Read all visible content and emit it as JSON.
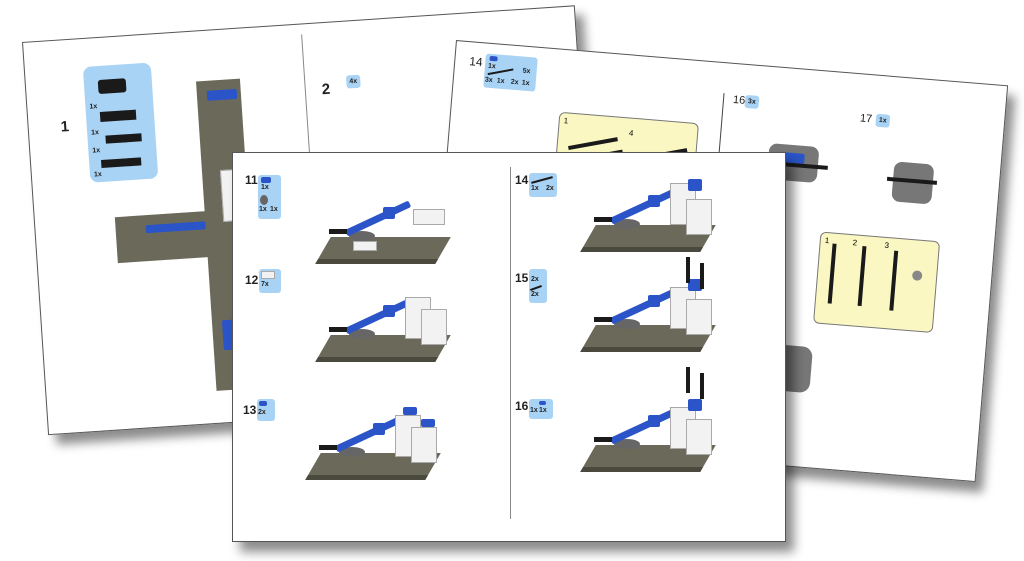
{
  "back_page": {
    "steps": [
      {
        "number": "1",
        "parts": [
          "1x",
          "1x",
          "1x",
          "1x"
        ]
      },
      {
        "number": "2",
        "parts": [
          "4x"
        ]
      }
    ]
  },
  "middle_page": {
    "steps": [
      {
        "number": "14",
        "parts": [
          "1x",
          "3x",
          "1x",
          "2x",
          "5x",
          "1x"
        ]
      },
      {
        "number": "16",
        "parts": [
          "3x"
        ]
      },
      {
        "number": "17",
        "parts": [
          "1x"
        ]
      }
    ],
    "subassembly_top": [
      "1",
      "4"
    ],
    "subassembly_right": [
      "1",
      "2",
      "3"
    ]
  },
  "front_page": {
    "steps": [
      {
        "number": "11",
        "parts": [
          "1x",
          "1x",
          "1x"
        ]
      },
      {
        "number": "12",
        "parts": [
          "7x"
        ]
      },
      {
        "number": "13",
        "parts": [
          "2x"
        ]
      },
      {
        "number": "14",
        "parts": [
          "1x",
          "2x"
        ]
      },
      {
        "number": "15",
        "parts": [
          "2x",
          "2x"
        ]
      },
      {
        "number": "16",
        "parts": [
          "1x",
          "1x"
        ]
      }
    ]
  },
  "colors": {
    "callout": "#a9d3f5",
    "subassembly": "#fbf7c2",
    "brick_blue": "#2a54c8",
    "baseplate": "#6b6a5a"
  }
}
